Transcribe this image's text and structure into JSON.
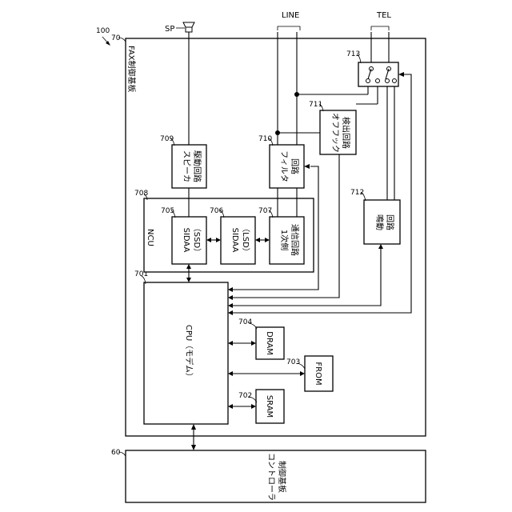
{
  "labels": {
    "fig_ref": "100",
    "board_fax_ref": "70",
    "board_fax_title": "FAX制御基板",
    "board_ctrl_ref": "60",
    "board_ctrl_title_1": "コントローラ",
    "board_ctrl_title_2": "制御基板",
    "ncu_ref": "708",
    "ncu_title": "NCU",
    "cpu_ref": "701",
    "cpu_title": "CPU（モデム）",
    "sram_ref": "702",
    "sram_title": "SRAM",
    "from_ref": "703",
    "from_title": "FROM",
    "dram_ref": "704",
    "dram_title": "DRAM",
    "sidaa_ssd_ref": "705",
    "sidaa_ssd_1": "SIDAA",
    "sidaa_ssd_2": "（SSD）",
    "sidaa_lsd_ref": "706",
    "sidaa_lsd_1": "SIDAA",
    "sidaa_lsd_2": "（LSD）",
    "primary_ref": "707",
    "primary_1": "1次側",
    "primary_2": "通信回路",
    "speaker_ref": "709",
    "speaker_1": "スピーカ",
    "speaker_2": "駆動回路",
    "filter_ref": "710",
    "filter_1": "フィルタ",
    "filter_2": "回路",
    "offhook_ref": "711",
    "offhook_1": "オフフック",
    "offhook_2": "検出回路",
    "ringer_ref": "712",
    "ringer_1": "鳴動",
    "ringer_2": "回路",
    "relay_ref": "713",
    "sp": "SP",
    "line": "LINE",
    "tel": "TEL"
  }
}
